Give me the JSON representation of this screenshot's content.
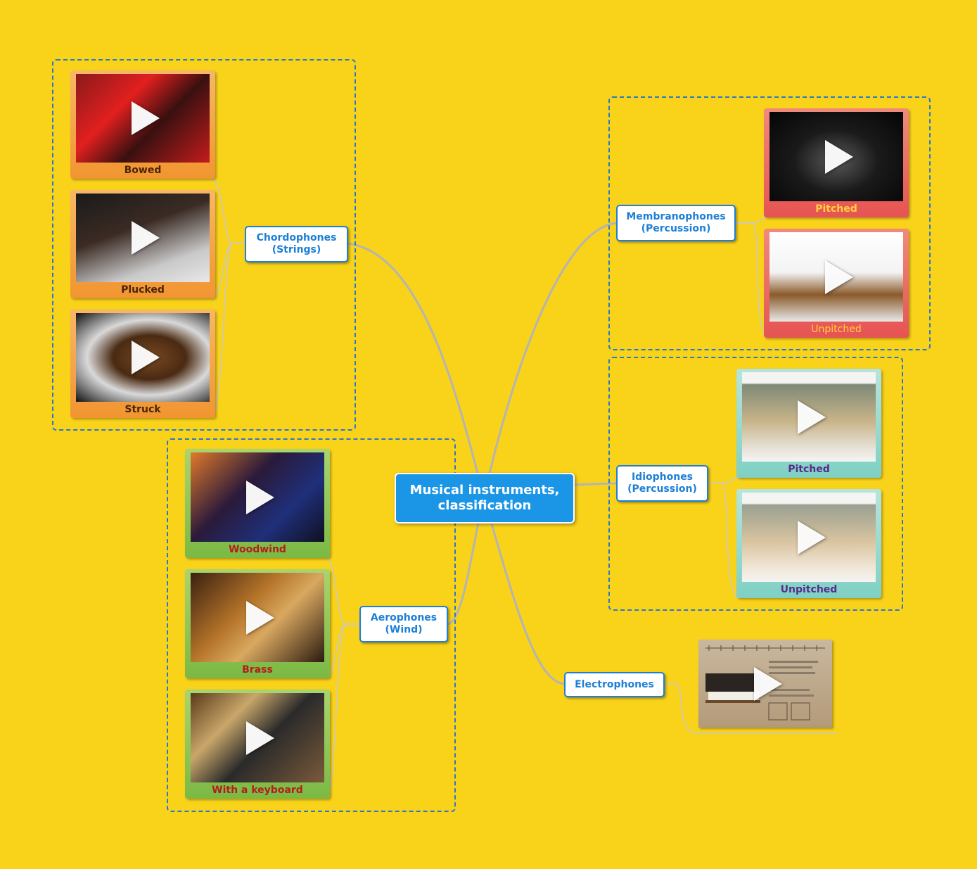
{
  "central": {
    "line1": "Musical instruments,",
    "line2": "classification"
  },
  "branches": {
    "chordophones": {
      "line1": "Chordophones",
      "line2": "(Strings)",
      "cards": [
        {
          "caption": "Bowed"
        },
        {
          "caption": "Plucked"
        },
        {
          "caption": "Struck"
        }
      ]
    },
    "aerophones": {
      "line1": "Aerophones",
      "line2": "(Wind)",
      "cards": [
        {
          "caption": "Woodwind"
        },
        {
          "caption": "Brass"
        },
        {
          "caption": "With a keyboard"
        }
      ]
    },
    "membranophones": {
      "line1": "Membranophones",
      "line2": "(Percussion)",
      "cards": [
        {
          "caption": "Pitched"
        },
        {
          "caption": "Unpitched"
        }
      ]
    },
    "idiophones": {
      "line1": "Idiophones",
      "line2": "(Percussion)",
      "cards": [
        {
          "caption": "Pitched"
        },
        {
          "caption": "Unpitched"
        }
      ]
    },
    "electrophones": {
      "label": "Electrophones"
    }
  },
  "icons": {
    "play": "play-icon"
  },
  "colors": {
    "background": "#f9d21a",
    "node_border": "#1d7fd6",
    "central_fill": "#1b96e6",
    "group_border": "#2a78c8"
  }
}
